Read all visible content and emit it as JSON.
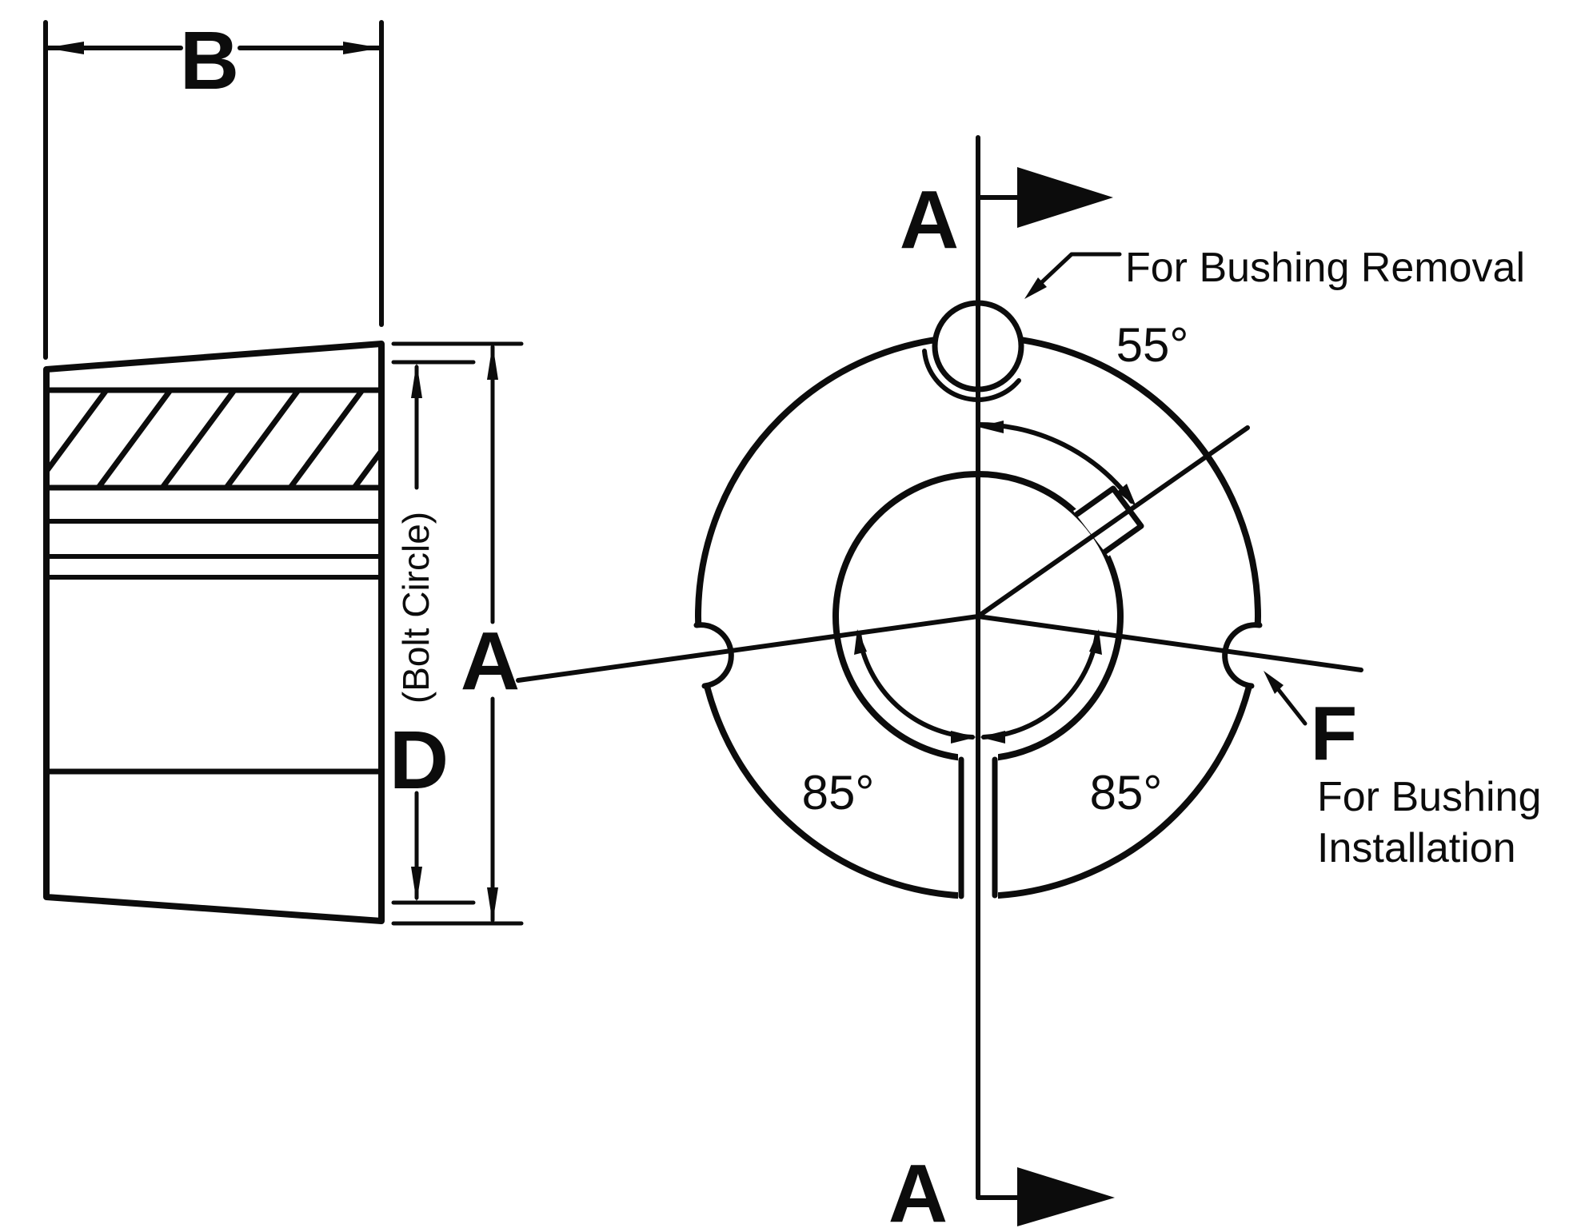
{
  "colors": {
    "red": "#ea1c24",
    "line": "#0c0c0c",
    "background": "#ffffff"
  },
  "side_view": {
    "dim_width_label": "B",
    "dim_outer_diameter_label": "A",
    "dim_bolt_circle_label": "D",
    "bolt_circle_note": "(Bolt Circle)"
  },
  "front_view": {
    "section_marker_top": "A",
    "section_marker_bottom": "A",
    "keyway_angle": "55°",
    "hole_angle_left": "85°",
    "hole_angle_right": "85°",
    "installation_hole_label": "F",
    "removal_note": "For Bushing Removal",
    "installation_note_line1": "For Bushing",
    "installation_note_line2": "Installation"
  }
}
